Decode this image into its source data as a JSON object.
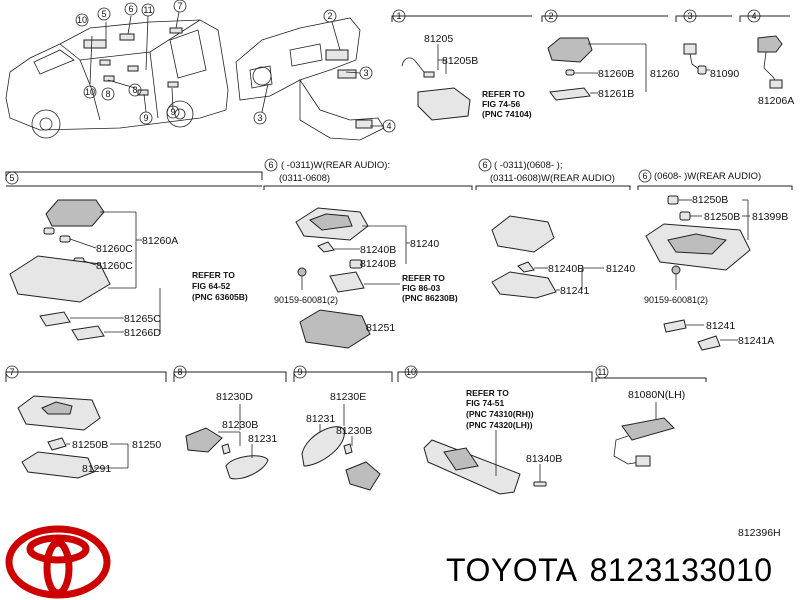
{
  "diagram_code": "812396H",
  "brand": {
    "name": "TOYOTA",
    "part_number": "8123133010"
  },
  "colors": {
    "logo": "#cc0000",
    "ink": "#111111"
  },
  "callouts": {
    "c1": "1",
    "c2": "2",
    "c3": "3",
    "c4": "4",
    "c5": "5",
    "c6": "6",
    "c7": "7",
    "c8": "8",
    "c9": "9",
    "c10": "10",
    "c11": "11"
  },
  "sections": {
    "s6a": {
      "line1": "(     -0311)W(REAR AUDIO):",
      "line2": "(0311-0608)"
    },
    "s6b": {
      "line1": "(     -0311)(0608-     );",
      "line2": "(0311-0608)W(REAR AUDIO)"
    },
    "s6c": {
      "line1": "(0608-     )W(REAR AUDIO)"
    }
  },
  "parts": {
    "p81205": "81205",
    "p81205B": "81205B",
    "p81260B": "81260B",
    "p81260": "81260",
    "p81261B": "81261B",
    "p81090": "81090",
    "p81206A": "81206A",
    "p81260A": "81260A",
    "p81260C_1": "81260C",
    "p81260C_2": "81260C",
    "p81265C": "81265C",
    "p81266D": "81266D",
    "p81240B_1": "81240B",
    "p81240B_2": "81240B",
    "p81240": "81240",
    "p90159a": "90159-60081(2)",
    "p81251": "81251",
    "p81240B_3": "81240B",
    "p81240_b": "81240",
    "p81241": "81241",
    "p81250B_1": "81250B",
    "p81250B_2": "81250B",
    "p81399B": "81399B",
    "p90159b": "90159-60081(2)",
    "p81241_c": "81241",
    "p81241A": "81241A",
    "p81250B_7": "81250B",
    "p81250": "81250",
    "p81291": "81291",
    "p81230D": "81230D",
    "p81230B_8": "81230B",
    "p81231_8": "81231",
    "p81230E": "81230E",
    "p81231_9": "81231",
    "p81230B_9": "81230B",
    "p81340B": "81340B",
    "p81080N": "81080N(LH)"
  },
  "refs": {
    "r1": {
      "l1": "REFER TO",
      "l2": "FIG 74-56",
      "l3": "(PNC 74104)"
    },
    "r5": {
      "l1": "REFER TO",
      "l2": "FIG 64-52",
      "l3": "(PNC 63605B)"
    },
    "r6": {
      "l1": "REFER TO",
      "l2": "FIG 86-03",
      "l3": "(PNC 86230B)"
    },
    "r10": {
      "l1": "REFER TO",
      "l2": "FIG 74-51",
      "l3": "(PNC 74310(RH))",
      "l4": "(PNC 74320(LH))"
    }
  }
}
